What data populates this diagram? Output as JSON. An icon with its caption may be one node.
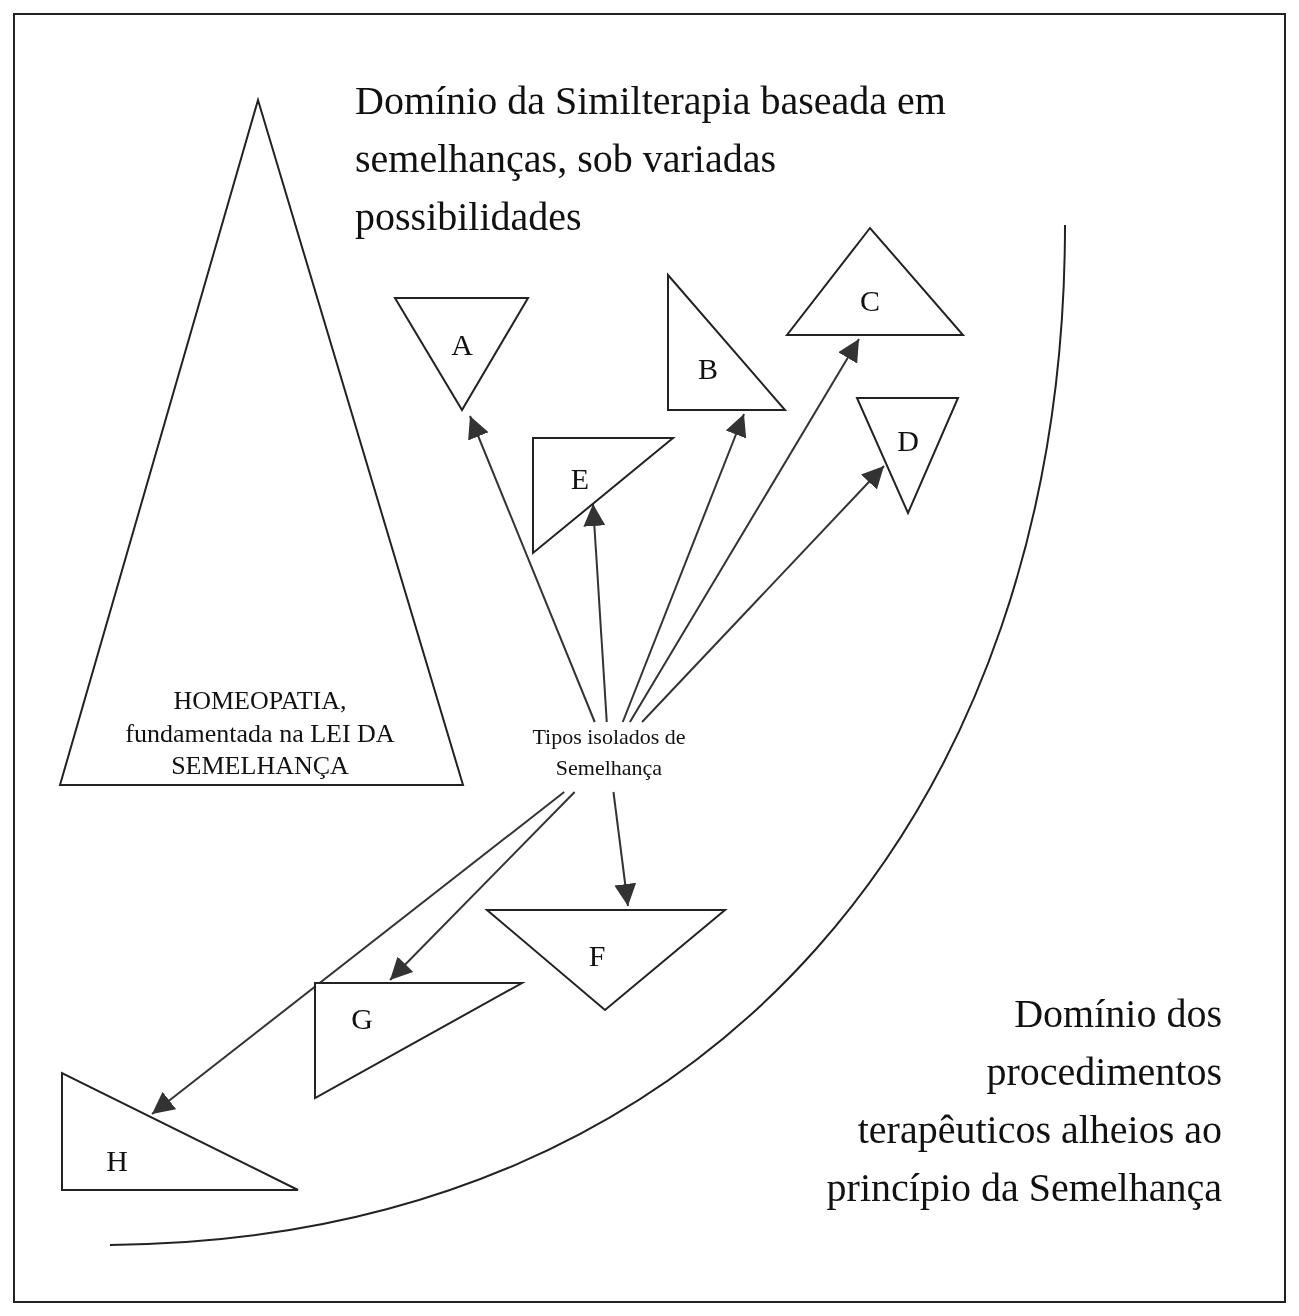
{
  "diagram": {
    "nodes": [
      {
        "text": [
          "HOMEOPATIA, fundamentada na LEI DA SEMELHANÇA"
        ]
      },
      {
        "text": [
          "A"
        ]
      },
      {
        "text": [
          "B"
        ]
      },
      {
        "text": [
          "C"
        ]
      },
      {
        "text": [
          "D"
        ]
      },
      {
        "text": [
          "E"
        ]
      },
      {
        "text": [
          "F"
        ]
      },
      {
        "text": [
          "G"
        ]
      },
      {
        "text": [
          "H"
        ]
      },
      {
        "text": [
          "Tipos isolados de Semelhança"
        ]
      }
    ],
    "edges": [
      {
        "from": 9,
        "to": 1,
        "arrow": "to"
      },
      {
        "from": 9,
        "to": 5,
        "arrow": "to"
      },
      {
        "from": 9,
        "to": 2,
        "arrow": "to"
      },
      {
        "from": 9,
        "to": 3,
        "arrow": "to"
      },
      {
        "from": 9,
        "to": 4,
        "arrow": "to"
      },
      {
        "from": 9,
        "to": 8,
        "arrow": "to"
      },
      {
        "from": 9,
        "to": 7,
        "arrow": "to"
      },
      {
        "from": 9,
        "to": 6,
        "arrow": "to"
      }
    ],
    "labels": [
      "Domínio da Similterapia baseada em semelhanças, sob variadas possibilidades",
      "Domínio dos procedimentos terapêuticos alheios ao princípio da Semelhança"
    ]
  }
}
